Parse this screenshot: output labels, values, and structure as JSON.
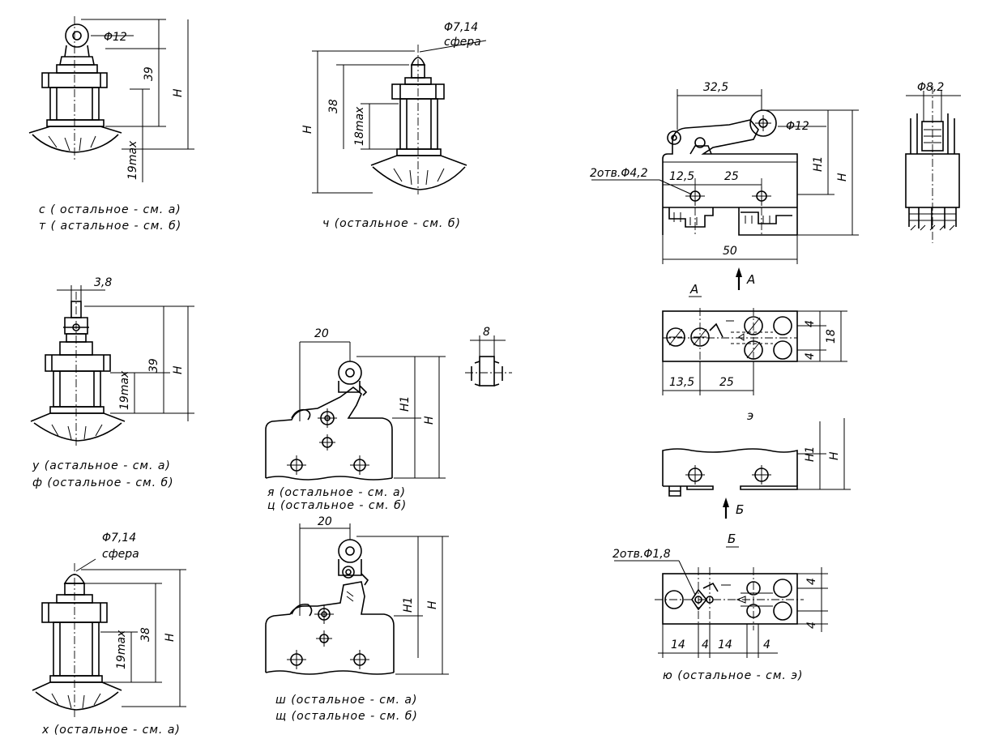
{
  "dims": {
    "c_phi": "Φ12",
    "c_39": "39",
    "c_H": "H",
    "c_19max": "19max",
    "ch_phi": "Φ7,14",
    "ch_sfera": "сфера",
    "ch_H": "H",
    "ch_38": "38",
    "ch_18max": "18max",
    "y_38": "3,8",
    "y_39": "39",
    "y_H": "H",
    "y_19max": "19max",
    "x_phi": "Φ7,14",
    "x_sfera": "сфера",
    "x_38": "38",
    "x_19max": "19max",
    "x_H": "H",
    "ya_20": "20",
    "ya_H1": "H1",
    "ya_H": "H",
    "ya_8": "8",
    "sh_20": "20",
    "sh_H1": "H1",
    "sh_H": "H",
    "main_325": "32,5",
    "main_phi12": "Φ12",
    "main_phi82": "Φ8,2",
    "main_holes": "2отв.Φ4,2",
    "main_125": "12,5",
    "main_25": "25",
    "main_H1": "H1",
    "main_H": "H",
    "main_50": "50",
    "main_A": "A",
    "e_4a": "4",
    "e_4b": "4",
    "e_18": "18",
    "e_135": "13,5",
    "e_25": "25",
    "b_H1": "H1",
    "b_H": "H",
    "b_arrow": "Б",
    "yu_holes": "2отв.Φ1,8",
    "yu_4a": "4",
    "yu_4b": "4",
    "yu_14a": "14",
    "yu_4c": "4",
    "yu_14b": "14",
    "yu_4d": "4"
  },
  "captions": {
    "c": "с ( остальное - см. а)",
    "t": "т ( астальное - см. б)",
    "ch": "ч (остальное - см. б)",
    "y": "у (астальное - см. а)",
    "f": "ф (остальное - см. б)",
    "x": "х (остальное - см. а)",
    "ya": "я (остальное - см. а)",
    "ts": "ц (остальное - см. б)",
    "sh": "ш (остальное - см. а)",
    "shch": "щ (остальное - см. б)",
    "view_A": "А",
    "view_e": "э",
    "view_B": "Б",
    "yu": "ю (остальное - см. э)"
  }
}
